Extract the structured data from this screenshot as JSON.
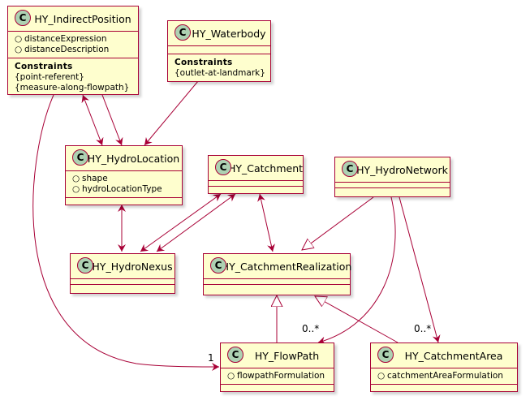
{
  "diagram": {
    "stereotype_letter": "C",
    "colors": {
      "border": "#A80036",
      "fill": "#FEFECE",
      "circle": "#ADD1B2"
    },
    "classes": {
      "indirect_position": {
        "name": "HY_IndirectPosition",
        "attributes": [
          "distanceExpression",
          "distanceDescription"
        ],
        "constraints_header": "Constraints",
        "constraints": [
          "{point-referent}",
          "{measure-along-flowpath}"
        ]
      },
      "waterbody": {
        "name": "HY_Waterbody",
        "constraints_header": "Constraints",
        "constraints": [
          "{outlet-at-landmark}"
        ]
      },
      "hydro_location": {
        "name": "HY_HydroLocation",
        "attributes": [
          "shape",
          "hydroLocationType"
        ]
      },
      "catchment": {
        "name": "HY_Catchment"
      },
      "hydro_network": {
        "name": "HY_HydroNetwork"
      },
      "hydro_nexus": {
        "name": "HY_HydroNexus"
      },
      "catchment_realization": {
        "name": "HY_CatchmentRealization"
      },
      "flow_path": {
        "name": "HY_FlowPath",
        "attributes": [
          "flowpathFormulation"
        ]
      },
      "catchment_area": {
        "name": "HY_CatchmentArea",
        "attributes": [
          "catchmentAreaFormulation"
        ]
      }
    },
    "visibility_symbol": "○",
    "multiplicities": {
      "flowpath_one": "1",
      "flowpath_many": "0..*",
      "area_many": "0..*"
    }
  }
}
